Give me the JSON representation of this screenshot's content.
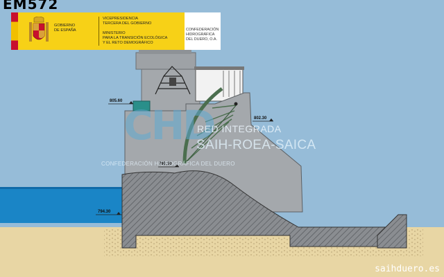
{
  "station": {
    "code": "EM572"
  },
  "banner": {
    "gov_label": "Gobierno\nde España",
    "vice_label": "Vicepresidencia\nTercera del Gobierno",
    "ministry_label": "Ministerio\npara la Transición Ecológica\ny el Reto Demográfico",
    "chd_label": "Confederación\nHidrográfica\ndel Duero, O.A."
  },
  "elevations": {
    "crest": "805.60",
    "gate": "802.30",
    "sill": "799.30",
    "water": "794.30"
  },
  "watermark": {
    "chd": "CHD",
    "network": "RED INTEGRADA",
    "systems": "SAIH-ROEA-SAICA",
    "org": "CONFEDERACIÓN HIDROGRÁFICA DEL DUERO"
  },
  "footer": {
    "site": "saihduero.es"
  },
  "colors": {
    "sky": "#96bcd8",
    "water": "#1a85c6",
    "concrete": "#a4a8ac",
    "rock_hatch": "#6e7176",
    "ground": "#e8d6a4",
    "gate_green": "#4b6e4e"
  }
}
